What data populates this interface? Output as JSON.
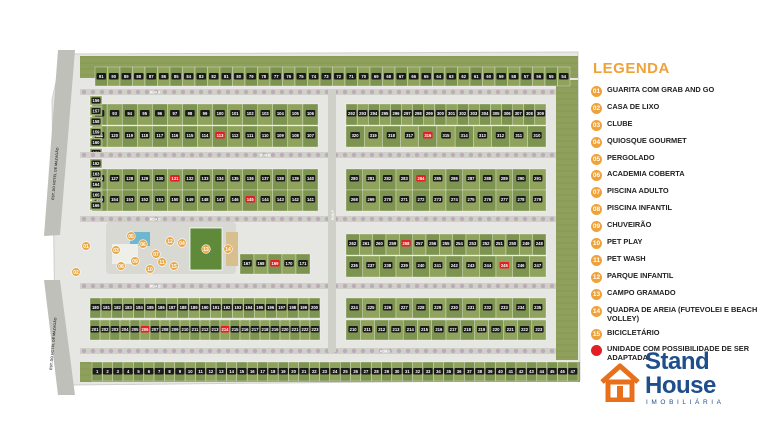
{
  "legend": {
    "title": "LEGENDA",
    "items": [
      {
        "num": "01",
        "label": "GUARITA COM GRAB AND GO"
      },
      {
        "num": "02",
        "label": "CASA DE LIXO"
      },
      {
        "num": "03",
        "label": "CLUBE"
      },
      {
        "num": "04",
        "label": "QUIOSQUE GOURMET"
      },
      {
        "num": "05",
        "label": "PERGOLADO"
      },
      {
        "num": "06",
        "label": "ACADEMIA COBERTA"
      },
      {
        "num": "07",
        "label": "PISCINA ADULTO"
      },
      {
        "num": "08",
        "label": "PISCINA INFANTIL"
      },
      {
        "num": "09",
        "label": "CHUVEIRÃO"
      },
      {
        "num": "10",
        "label": "PET PLAY"
      },
      {
        "num": "11",
        "label": "PET WASH"
      },
      {
        "num": "12",
        "label": "PARQUE INFANTIL"
      },
      {
        "num": "13",
        "label": "CAMPO GRAMADO"
      },
      {
        "num": "14",
        "label": "QUADRA DE AREIA (FUTEVOLEI E BEACH VOLLEY)"
      },
      {
        "num": "15",
        "label": "BICICLETÁRIO"
      }
    ],
    "special": {
      "label": "UNIDADE COM POSSIBILIDADE DE SER ADAPTADA",
      "color": "#e31e24"
    }
  },
  "brand": {
    "line1": "Stand",
    "line2": "House",
    "sub": "IMOBILIÁRIA",
    "color": "#1f4e8c",
    "accent": "#e8701a"
  },
  "map": {
    "colors": {
      "lot": "#8fa35c",
      "lot_alt": "#7d9450",
      "road": "#cfd0c8",
      "tree": "#b79ab0",
      "badge": "#1a1a1a",
      "highlight": "#e31e24",
      "amenity": "#e8a84a"
    },
    "roads": [
      "EST. DO HOTEL DE MAZAGÃO",
      "EST. DO HOTEL DE MAZAGÃO"
    ],
    "streets": [
      "RUA A",
      "RUA B",
      "RUA C",
      "RUA D",
      "RUA E",
      "RUA F",
      "RUA G",
      "RUA H"
    ],
    "blocks": [
      {
        "name": "north-row",
        "lots": [
          91,
          90,
          89,
          88,
          87,
          86,
          85,
          84,
          83,
          82,
          81,
          80,
          79,
          78,
          77,
          76,
          75,
          74,
          73,
          72,
          71,
          70,
          69,
          68,
          67,
          66,
          65,
          64,
          63,
          62,
          61,
          60,
          59,
          58,
          57,
          56,
          55,
          54
        ],
        "highlight": []
      },
      {
        "name": "block-a-top",
        "lots": [
          92,
          93,
          94,
          95,
          96,
          97,
          98,
          99,
          100,
          101,
          102,
          103,
          104,
          105,
          106
        ],
        "highlight": []
      },
      {
        "name": "block-a-bottom",
        "lots": [
          121,
          120,
          119,
          118,
          117,
          116,
          115,
          114,
          113,
          112,
          111,
          110,
          109,
          108,
          107
        ],
        "highlight": [
          113
        ]
      },
      {
        "name": "block-b-top",
        "lots": [
          126,
          127,
          128,
          129,
          130,
          131,
          132,
          133,
          134,
          135,
          136,
          137,
          138,
          139,
          140
        ],
        "highlight": [
          131
        ]
      },
      {
        "name": "block-b-bottom",
        "lots": [
          155,
          154,
          153,
          152,
          151,
          150,
          149,
          148,
          147,
          146,
          145,
          144,
          143,
          142,
          141
        ],
        "highlight": [
          145
        ]
      },
      {
        "name": "block-c",
        "lots": [
          156,
          157,
          158,
          159,
          160,
          161,
          162,
          163,
          164,
          165,
          166
        ],
        "highlight": []
      },
      {
        "name": "block-c2",
        "lots": [
          167,
          168,
          169,
          170,
          171
        ],
        "highlight": [
          169
        ]
      },
      {
        "name": "block-d-top",
        "lots": [
          180,
          181,
          182,
          183,
          184,
          185,
          186,
          187,
          188,
          189,
          190,
          191,
          192,
          193,
          194,
          195,
          196,
          197,
          198,
          199,
          200
        ],
        "highlight": []
      },
      {
        "name": "block-d-bottom",
        "lots": [
          201,
          202,
          203,
          204,
          205,
          206,
          207,
          208,
          209,
          210,
          211,
          212,
          213,
          214,
          215,
          216,
          217,
          218,
          219,
          220,
          221,
          222,
          223
        ],
        "highlight": [
          206,
          214
        ]
      },
      {
        "name": "block-e-top",
        "lots": [
          292,
          293,
          294,
          295,
          296,
          297,
          298,
          299,
          300,
          301,
          302,
          303,
          304,
          305,
          306,
          307,
          308,
          309
        ],
        "highlight": []
      },
      {
        "name": "block-e-bottom",
        "lots": [
          320,
          319,
          318,
          317,
          316,
          315,
          314,
          313,
          312,
          311,
          310
        ],
        "highlight": [
          316
        ]
      },
      {
        "name": "block-f-top",
        "lots": [
          280,
          281,
          282,
          283,
          284,
          285,
          286,
          287,
          288,
          289,
          290,
          291
        ],
        "highlight": [
          284
        ]
      },
      {
        "name": "block-f-bottom",
        "lots": [
          268,
          269,
          270,
          271,
          272,
          273,
          274,
          275,
          276,
          277,
          278,
          279
        ],
        "highlight": []
      },
      {
        "name": "block-g-top",
        "lots": [
          262,
          261,
          260,
          259,
          258,
          257,
          256,
          255,
          254,
          253,
          252,
          251,
          250,
          249,
          248
        ],
        "highlight": [
          258
        ]
      },
      {
        "name": "block-g-bottom",
        "lots": [
          236,
          237,
          238,
          239,
          240,
          241,
          242,
          243,
          244,
          245,
          246,
          247
        ],
        "highlight": [
          245
        ]
      },
      {
        "name": "block-h-top",
        "lots": [
          224,
          225,
          226,
          227,
          228,
          229,
          230,
          231,
          232,
          233,
          234,
          235
        ],
        "highlight": []
      },
      {
        "name": "block-h-bottom",
        "lots": [
          210,
          211,
          212,
          213,
          214,
          215,
          216,
          217,
          218,
          219,
          220,
          221,
          222,
          223
        ],
        "highlight": []
      },
      {
        "name": "south-row",
        "lots": [
          1,
          2,
          3,
          4,
          5,
          6,
          7,
          8,
          9,
          10,
          11,
          12,
          13,
          14,
          15,
          16,
          17,
          18,
          19,
          20,
          21,
          22,
          23,
          24,
          25,
          26,
          27,
          28,
          29,
          30,
          31,
          32,
          33,
          34,
          35,
          36,
          37,
          38,
          39,
          40,
          41,
          42,
          43,
          44,
          45,
          46,
          47
        ],
        "highlight": []
      }
    ],
    "amenities": [
      "01",
      "02",
      "03",
      "04",
      "05",
      "06",
      "07",
      "08",
      "09",
      "10",
      "11",
      "12",
      "13",
      "14",
      "15"
    ]
  }
}
